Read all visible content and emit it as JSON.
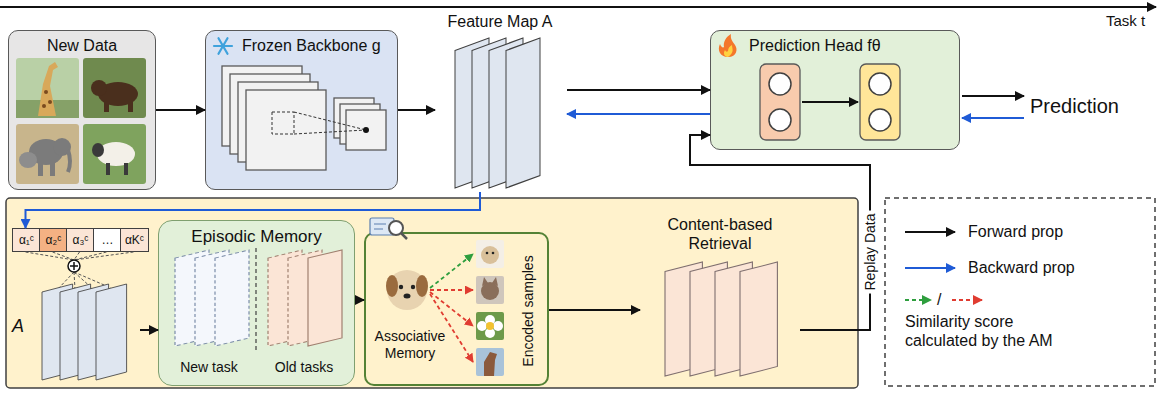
{
  "diagram": {
    "nodes": [
      {
        "text": [
          "New Data"
        ]
      },
      {
        "text": [
          "Frozen Backbone g"
        ]
      },
      {
        "text": [
          "Feature Map A"
        ]
      },
      {
        "text": [
          "Prediction Head fθ"
        ]
      },
      {
        "text": [
          "α₁ᶜ"
        ]
      },
      {
        "text": [
          "α₂ᶜ"
        ]
      },
      {
        "text": [
          "α₃ᶜ"
        ]
      },
      {
        "text": [
          "…"
        ]
      },
      {
        "text": [
          "αKᶜ"
        ]
      },
      {
        "text": [
          "A"
        ]
      },
      {
        "text": [
          "Episodic Memory",
          "New task",
          "Old tasks"
        ]
      },
      {
        "text": [
          "Associative Memory",
          "Encoded samples"
        ]
      },
      {
        "text": [
          "Content-based Retrieval"
        ]
      }
    ],
    "edges": [
      {
        "from": 0,
        "to": 1,
        "arrow": "to"
      },
      {
        "from": 1,
        "to": 2,
        "arrow": "to"
      },
      {
        "from": 2,
        "to": 3,
        "arrow": "to"
      },
      {
        "from": 3,
        "to": 2,
        "arrow": "to"
      },
      {
        "from": 2,
        "to": 4,
        "arrow": "to"
      },
      {
        "from": 9,
        "to": 10,
        "arrow": "to"
      },
      {
        "from": 10,
        "to": 11,
        "arrow": "to"
      },
      {
        "from": 11,
        "to": 12,
        "arrow": "to"
      },
      {
        "from": 12,
        "to": 3,
        "label": "Replay Data",
        "arrow": "to"
      }
    ],
    "labels": [
      "Task t",
      "Prediction",
      "/"
    ],
    "legend": [
      {
        "text": "Forward prop"
      },
      {
        "text": "Backward prop"
      },
      {
        "text": "Similarity score calculated by the AM"
      }
    ]
  }
}
